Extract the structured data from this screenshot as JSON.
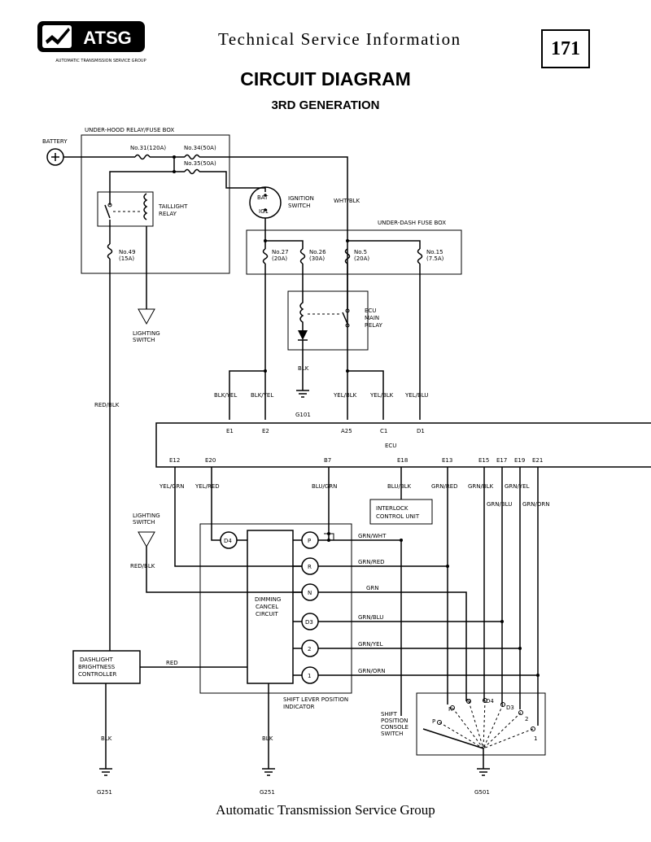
{
  "header": {
    "logo_text": "ATSG",
    "logo_subtitle": "AUTOMATIC TRANSMISSION SERVICE GROUP",
    "service_info": "Technical Service Information",
    "page_number": "171",
    "title": "CIRCUIT DIAGRAM",
    "subtitle": "3RD GENERATION"
  },
  "footer": {
    "text": "Automatic Transmission Service Group"
  },
  "labels": {
    "battery": "BATTERY",
    "underhood_box": "UNDER-HOOD RELAY/FUSE BOX",
    "fuse_31": "No.31(120A)",
    "fuse_34": "No.34(50A)",
    "fuse_35": "No.35(50A)",
    "bat": "BAT",
    "ig1": "IG1",
    "ign1": "IGNITION",
    "ign2": "SWITCH",
    "taillight1": "TAILLIGHT",
    "taillight2": "RELAY",
    "wht_blk": "WHT/BLK",
    "underdash_box": "UNDER-DASH FUSE BOX",
    "f49a": "No.49",
    "f49b": "(15A)",
    "f27a": "No.27",
    "f27b": "(20A)",
    "f26a": "No.26",
    "f26b": "(30A)",
    "f5a": "No.5",
    "f5b": "(20A)",
    "f15a": "No.15",
    "f15b": "(7.5A)",
    "lighting1": "LIGHTING",
    "switch_word": "SWITCH",
    "ecu_relay1": "ECU",
    "ecu_relay2": "MAIN",
    "ecu_relay3": "RELAY",
    "blk": "BLK",
    "g101": "G101",
    "red_blk": "RED/BLK",
    "blk_yel": "BLK/YEL",
    "yel_blk": "YEL/BLK",
    "yel_blu": "YEL/BLU",
    "e1": "E1",
    "e2": "E2",
    "a25": "A25",
    "c1": "C1",
    "d1": "D1",
    "ecu": "ECU",
    "e12": "E12",
    "e20": "E20",
    "b7": "B7",
    "e18": "E18",
    "e13": "E13",
    "e15": "E15",
    "e17": "E17",
    "e19": "E19",
    "e21": "E21",
    "yel_grn": "YEL/GRN",
    "yel_red": "YEL/RED",
    "blu_grn": "BLU/GRN",
    "blu_blk": "BLU/BLK",
    "grn_red": "GRN/RED",
    "grn_blk": "GRN/BLK",
    "grn_yel": "GRN/YEL",
    "grn_blu": "GRN/BLU",
    "grn_orn": "GRN/ORN",
    "interlock1": "INTERLOCK",
    "interlock2": "CONTROL UNIT",
    "grn_wht": "GRN/WHT",
    "grn": "GRN",
    "dimming1": "DIMMING",
    "dimming2": "CANCEL",
    "dimming3": "CIRCUIT",
    "d4": "D4",
    "p": "P",
    "r": "R",
    "n": "N",
    "d3": "D3",
    "two": "2",
    "one": "1",
    "dashlight1": "DASHLIGHT",
    "dashlight2": "BRIGHTNESS",
    "dashlight3": "CONTROLLER",
    "red": "RED",
    "shift_ind1": "SHIFT LEVER POSITION",
    "shift_ind2": "INDICATOR",
    "shift_sw1": "SHIFT",
    "shift_sw2": "POSITION",
    "shift_sw3": "CONSOLE",
    "shift_sw4": "SWITCH",
    "g251": "G251",
    "g501": "G501"
  }
}
